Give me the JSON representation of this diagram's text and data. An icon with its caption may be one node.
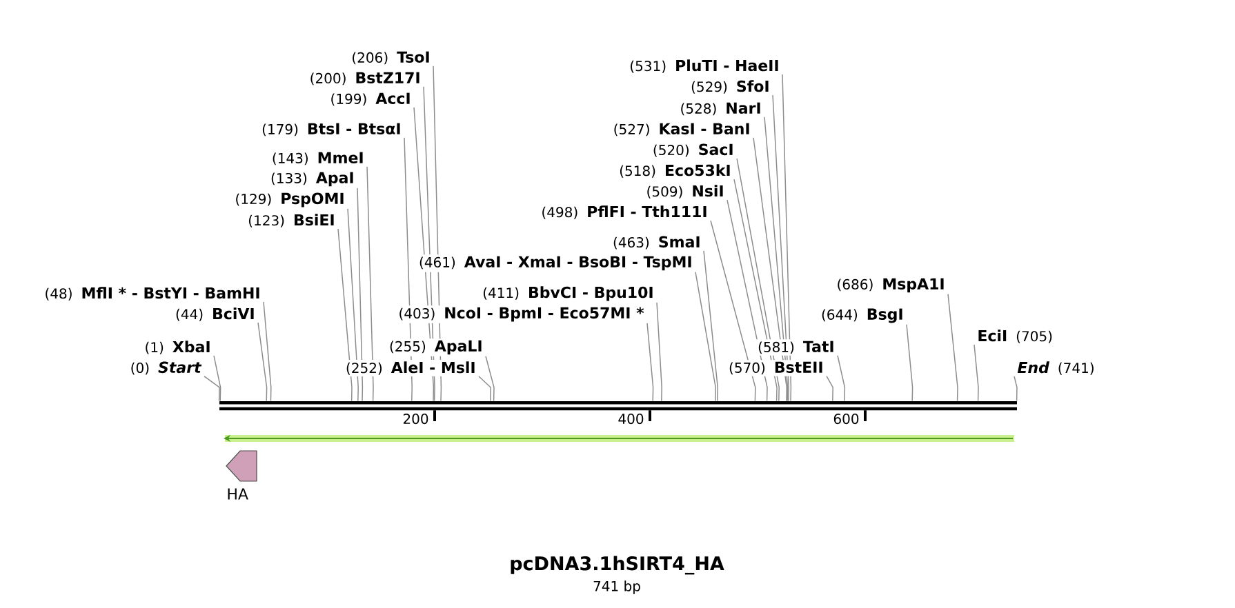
{
  "diagram": {
    "title": "pcDNA3.1hSIRT4_HA",
    "caption": "741 bp",
    "nodes": [
      {
        "text": [
          "(0)",
          "Start"
        ]
      },
      {
        "text": [
          "(1)",
          "XbaI"
        ]
      },
      {
        "text": [
          "(44)",
          "BciVI"
        ]
      },
      {
        "text": [
          "(48)",
          "MflI * - BstYI - BamHI"
        ]
      },
      {
        "text": [
          "(123)",
          "BsiEI"
        ]
      },
      {
        "text": [
          "(129)",
          "PspOMI"
        ]
      },
      {
        "text": [
          "(133)",
          "ApaI"
        ]
      },
      {
        "text": [
          "(143)",
          "MmeI"
        ]
      },
      {
        "text": [
          "(179)",
          "BtsI - BtsαI"
        ]
      },
      {
        "text": [
          "(199)",
          "AccI"
        ]
      },
      {
        "text": [
          "(200)",
          "BstZ17I"
        ]
      },
      {
        "text": [
          "(206)",
          "TsoI"
        ]
      },
      {
        "text": [
          "(252)",
          "AleI - MslI"
        ]
      },
      {
        "text": [
          "(255)",
          "ApaLI"
        ]
      },
      {
        "text": [
          "(403)",
          "NcoI - BpmI - Eco57MI *"
        ]
      },
      {
        "text": [
          "(411)",
          "BbvCI - Bpu10I"
        ]
      },
      {
        "text": [
          "(461)",
          "AvaI - XmaI - BsoBI - TspMI"
        ]
      },
      {
        "text": [
          "(463)",
          "SmaI"
        ]
      },
      {
        "text": [
          "(498)",
          "PflFI - Tth111I"
        ]
      },
      {
        "text": [
          "(509)",
          "NsiI"
        ]
      },
      {
        "text": [
          "(518)",
          "Eco53kI"
        ]
      },
      {
        "text": [
          "(520)",
          "SacI"
        ]
      },
      {
        "text": [
          "(527)",
          "KasI - BanI"
        ]
      },
      {
        "text": [
          "(528)",
          "NarI"
        ]
      },
      {
        "text": [
          "(529)",
          "SfoI"
        ]
      },
      {
        "text": [
          "(531)",
          "PluTI - HaeII"
        ]
      },
      {
        "text": [
          "(570)",
          "BstEII"
        ]
      },
      {
        "text": [
          "(581)",
          "TatI"
        ]
      },
      {
        "text": [
          "(644)",
          "BsgI"
        ]
      },
      {
        "text": [
          "(686)",
          "MspA1I"
        ]
      },
      {
        "text": [
          "EciI",
          "(705)"
        ]
      },
      {
        "text": [
          "End",
          "(741)"
        ]
      },
      {
        "text": [],
        "shape": "bar"
      },
      {
        "text": [
          "HA"
        ]
      }
    ],
    "edges": [
      {
        "from": 0,
        "to": 32,
        "arrow": "none"
      },
      {
        "from": 1,
        "to": 32,
        "arrow": "none"
      },
      {
        "from": 2,
        "to": 32,
        "arrow": "none"
      },
      {
        "from": 3,
        "to": 32,
        "arrow": "none"
      },
      {
        "from": 4,
        "to": 32,
        "arrow": "none"
      },
      {
        "from": 5,
        "to": 32,
        "arrow": "none"
      },
      {
        "from": 6,
        "to": 32,
        "arrow": "none"
      },
      {
        "from": 7,
        "to": 32,
        "arrow": "none"
      },
      {
        "from": 8,
        "to": 32,
        "arrow": "none"
      },
      {
        "from": 9,
        "to": 32,
        "arrow": "none"
      },
      {
        "from": 10,
        "to": 32,
        "arrow": "none"
      },
      {
        "from": 11,
        "to": 32,
        "arrow": "none"
      },
      {
        "from": 12,
        "to": 32,
        "arrow": "none"
      },
      {
        "from": 13,
        "to": 32,
        "arrow": "none"
      },
      {
        "from": 14,
        "to": 32,
        "arrow": "none"
      },
      {
        "from": 15,
        "to": 32,
        "arrow": "none"
      },
      {
        "from": 16,
        "to": 32,
        "arrow": "none"
      },
      {
        "from": 17,
        "to": 32,
        "arrow": "none"
      },
      {
        "from": 18,
        "to": 32,
        "arrow": "none"
      },
      {
        "from": 19,
        "to": 32,
        "arrow": "none"
      },
      {
        "from": 20,
        "to": 32,
        "arrow": "none"
      },
      {
        "from": 21,
        "to": 32,
        "arrow": "none"
      },
      {
        "from": 22,
        "to": 32,
        "arrow": "none"
      },
      {
        "from": 23,
        "to": 32,
        "arrow": "none"
      },
      {
        "from": 24,
        "to": 32,
        "arrow": "none"
      },
      {
        "from": 25,
        "to": 32,
        "arrow": "none"
      },
      {
        "from": 26,
        "to": 32,
        "arrow": "none"
      },
      {
        "from": 27,
        "to": 32,
        "arrow": "none"
      },
      {
        "from": 28,
        "to": 32,
        "arrow": "none"
      },
      {
        "from": 29,
        "to": 32,
        "arrow": "none"
      },
      {
        "from": 30,
        "to": 32,
        "arrow": "none"
      },
      {
        "from": 31,
        "to": 32,
        "arrow": "none"
      }
    ],
    "labels": [
      "200",
      "400",
      "600"
    ]
  }
}
